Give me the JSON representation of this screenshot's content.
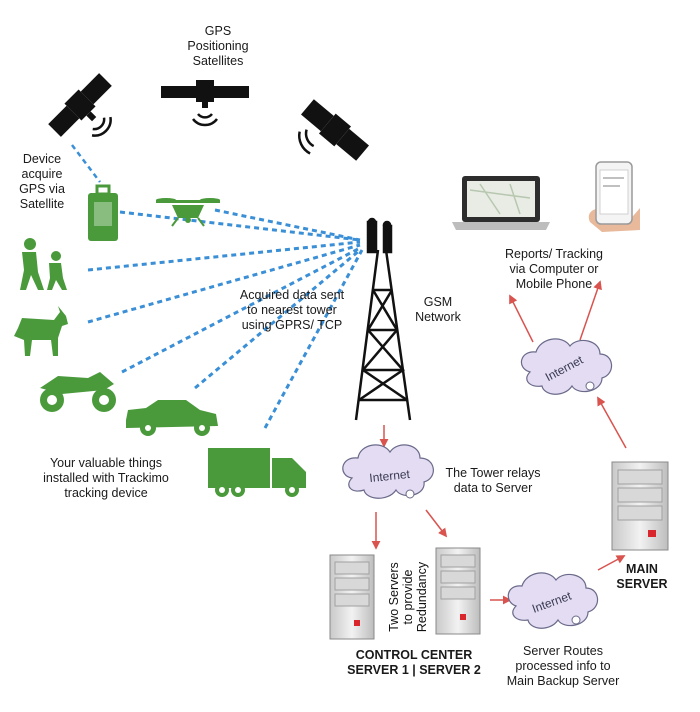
{
  "labels": {
    "gps_satellites": [
      "GPS",
      "Positioning",
      "Satellites"
    ],
    "device_acquire": [
      "Device",
      "acquire",
      "GPS via",
      "Satellite"
    ],
    "acquired_data": [
      "Acquired data sent",
      "to nearest tower",
      "using GPRS/ TCP"
    ],
    "gsm_network": [
      "GSM",
      "Network"
    ],
    "reports_tracking": [
      "Reports/ Tracking",
      "via Computer or",
      "Mobile Phone"
    ],
    "valuables": [
      "Your valuable things",
      "installed with Trackimo",
      "tracking device"
    ],
    "tower_relays": [
      "The Tower relays",
      "data to Server"
    ],
    "two_servers": [
      "Two Servers",
      "to provide",
      "Redundancy"
    ],
    "control_center": [
      "CONTROL CENTER",
      "SERVER 1 | SERVER 2"
    ],
    "server_routes": [
      "Server Routes",
      "processed info to",
      "Main Backup Server"
    ],
    "main_server": [
      "MAIN",
      "SERVER"
    ],
    "cloud_text": "Internet"
  },
  "colors": {
    "device_green": "#4a9a3c",
    "dashed_blue": "#3a8fd6",
    "arrow_red": "#d9534f",
    "cloud_fill": "#e4dcf2",
    "cloud_stroke": "#6a6a8a"
  }
}
